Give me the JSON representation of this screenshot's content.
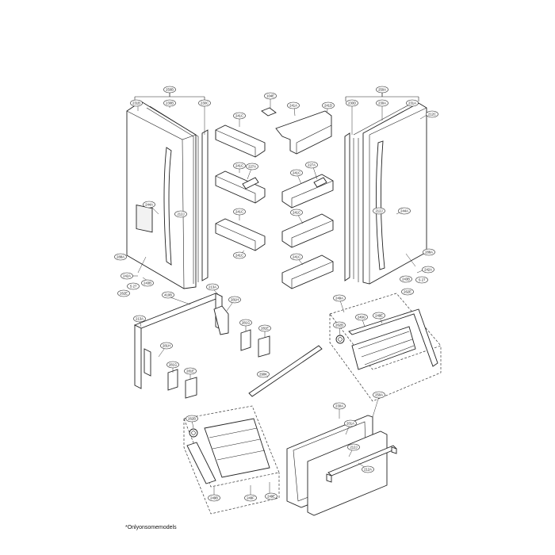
{
  "footnote": "*Onlyonsomemodels",
  "callouts": {
    "door_assembly_left": "250B",
    "gasket_left_top": "231B",
    "gasket_left": "230B",
    "gasket_left_b": "230C",
    "hinge_cover": "104E",
    "door_basket_left_top": "241C",
    "door_guard_top": "241A",
    "door_guard_b": "241D",
    "basket_a1": "241C",
    "basket_a1_part": "227A",
    "basket_b1": "241C",
    "basket_b1_part": "227A",
    "basket_c1": "241C",
    "basket_c2": "241C",
    "basket_c3": "241C",
    "basket_c4": "241C",
    "door_assembly_right": "250A",
    "gasket_right": "230A",
    "gasket_right_b": "230D",
    "gasket_right_top": "231A",
    "door_right_handle_part": "212C",
    "handle_left": "212J",
    "handle_right": "212J",
    "door_panel_left": "244A",
    "door_panel_right": "244A",
    "hinge_left": "288A",
    "hinge_left_b": "242A",
    "hinge_left_c": "243B",
    "screw_left": "S 27",
    "washer_left": "262E",
    "hinge_right": "288A",
    "hinge_right_b": "242A",
    "hinge_right_c": "243B",
    "screw_right": "S 27",
    "washer_right": "262E",
    "mullion_top": "213A",
    "mullion_rail": "410B",
    "mullion_left": "213A",
    "mullion_hinge": "281H",
    "mullion_hinge_b": "281H",
    "spacer_a": "281G",
    "spacer_b": "281E",
    "spacer_c": "281G",
    "spacer_d": "281E",
    "rail_assembly_right": "249A",
    "rail_part_a": "249G",
    "rail_part_b": "249E",
    "rail_roller_right": "262B",
    "gasket_strip": "290K",
    "rail_assembly_left": "249B",
    "rail_roller_left": "262B",
    "rail_left_part_a": "249F",
    "rail_left_part_b": "249E",
    "drawer_assembly": "250A",
    "drawer_gasket": "230A",
    "drawer_front_part": "201A",
    "drawer_handle": "212J",
    "drawer_panel": "212A"
  }
}
